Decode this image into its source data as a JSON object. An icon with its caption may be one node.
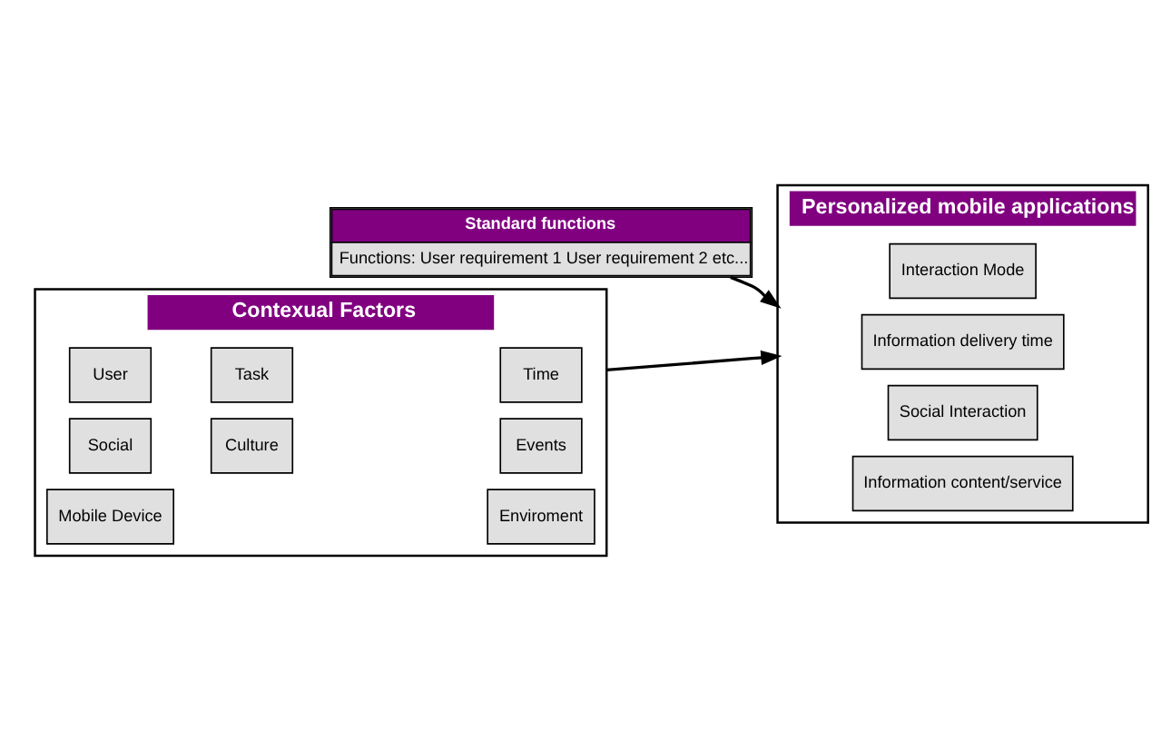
{
  "diagram": {
    "nodes": [
      {
        "text": [
          "Standard functions",
          "Functions: User requirement 1 User requirement 2 etc..."
        ]
      },
      {
        "text": [
          "Contexual Factors"
        ]
      },
      {
        "text": [
          "User"
        ],
        "in": 1
      },
      {
        "text": [
          "Task"
        ],
        "in": 1
      },
      {
        "text": [
          "Time"
        ],
        "in": 1
      },
      {
        "text": [
          "Social"
        ],
        "in": 1
      },
      {
        "text": [
          "Culture"
        ],
        "in": 1
      },
      {
        "text": [
          "Events"
        ],
        "in": 1
      },
      {
        "text": [
          "Mobile Device"
        ],
        "in": 1
      },
      {
        "text": [
          "Enviroment"
        ],
        "in": 1
      },
      {
        "text": [
          "Personalized mobile applications"
        ]
      },
      {
        "text": [
          "Information content/service"
        ],
        "in": 10
      },
      {
        "text": [
          "Social Interaction"
        ],
        "in": 10
      },
      {
        "text": [
          "Information delivery time"
        ],
        "in": 10
      },
      {
        "text": [
          "Interaction Mode"
        ],
        "in": 10
      }
    ],
    "edges": [
      {
        "from": 0,
        "to": 10,
        "arrow": "to"
      },
      {
        "from": 1,
        "to": 10,
        "arrow": "to"
      }
    ]
  }
}
